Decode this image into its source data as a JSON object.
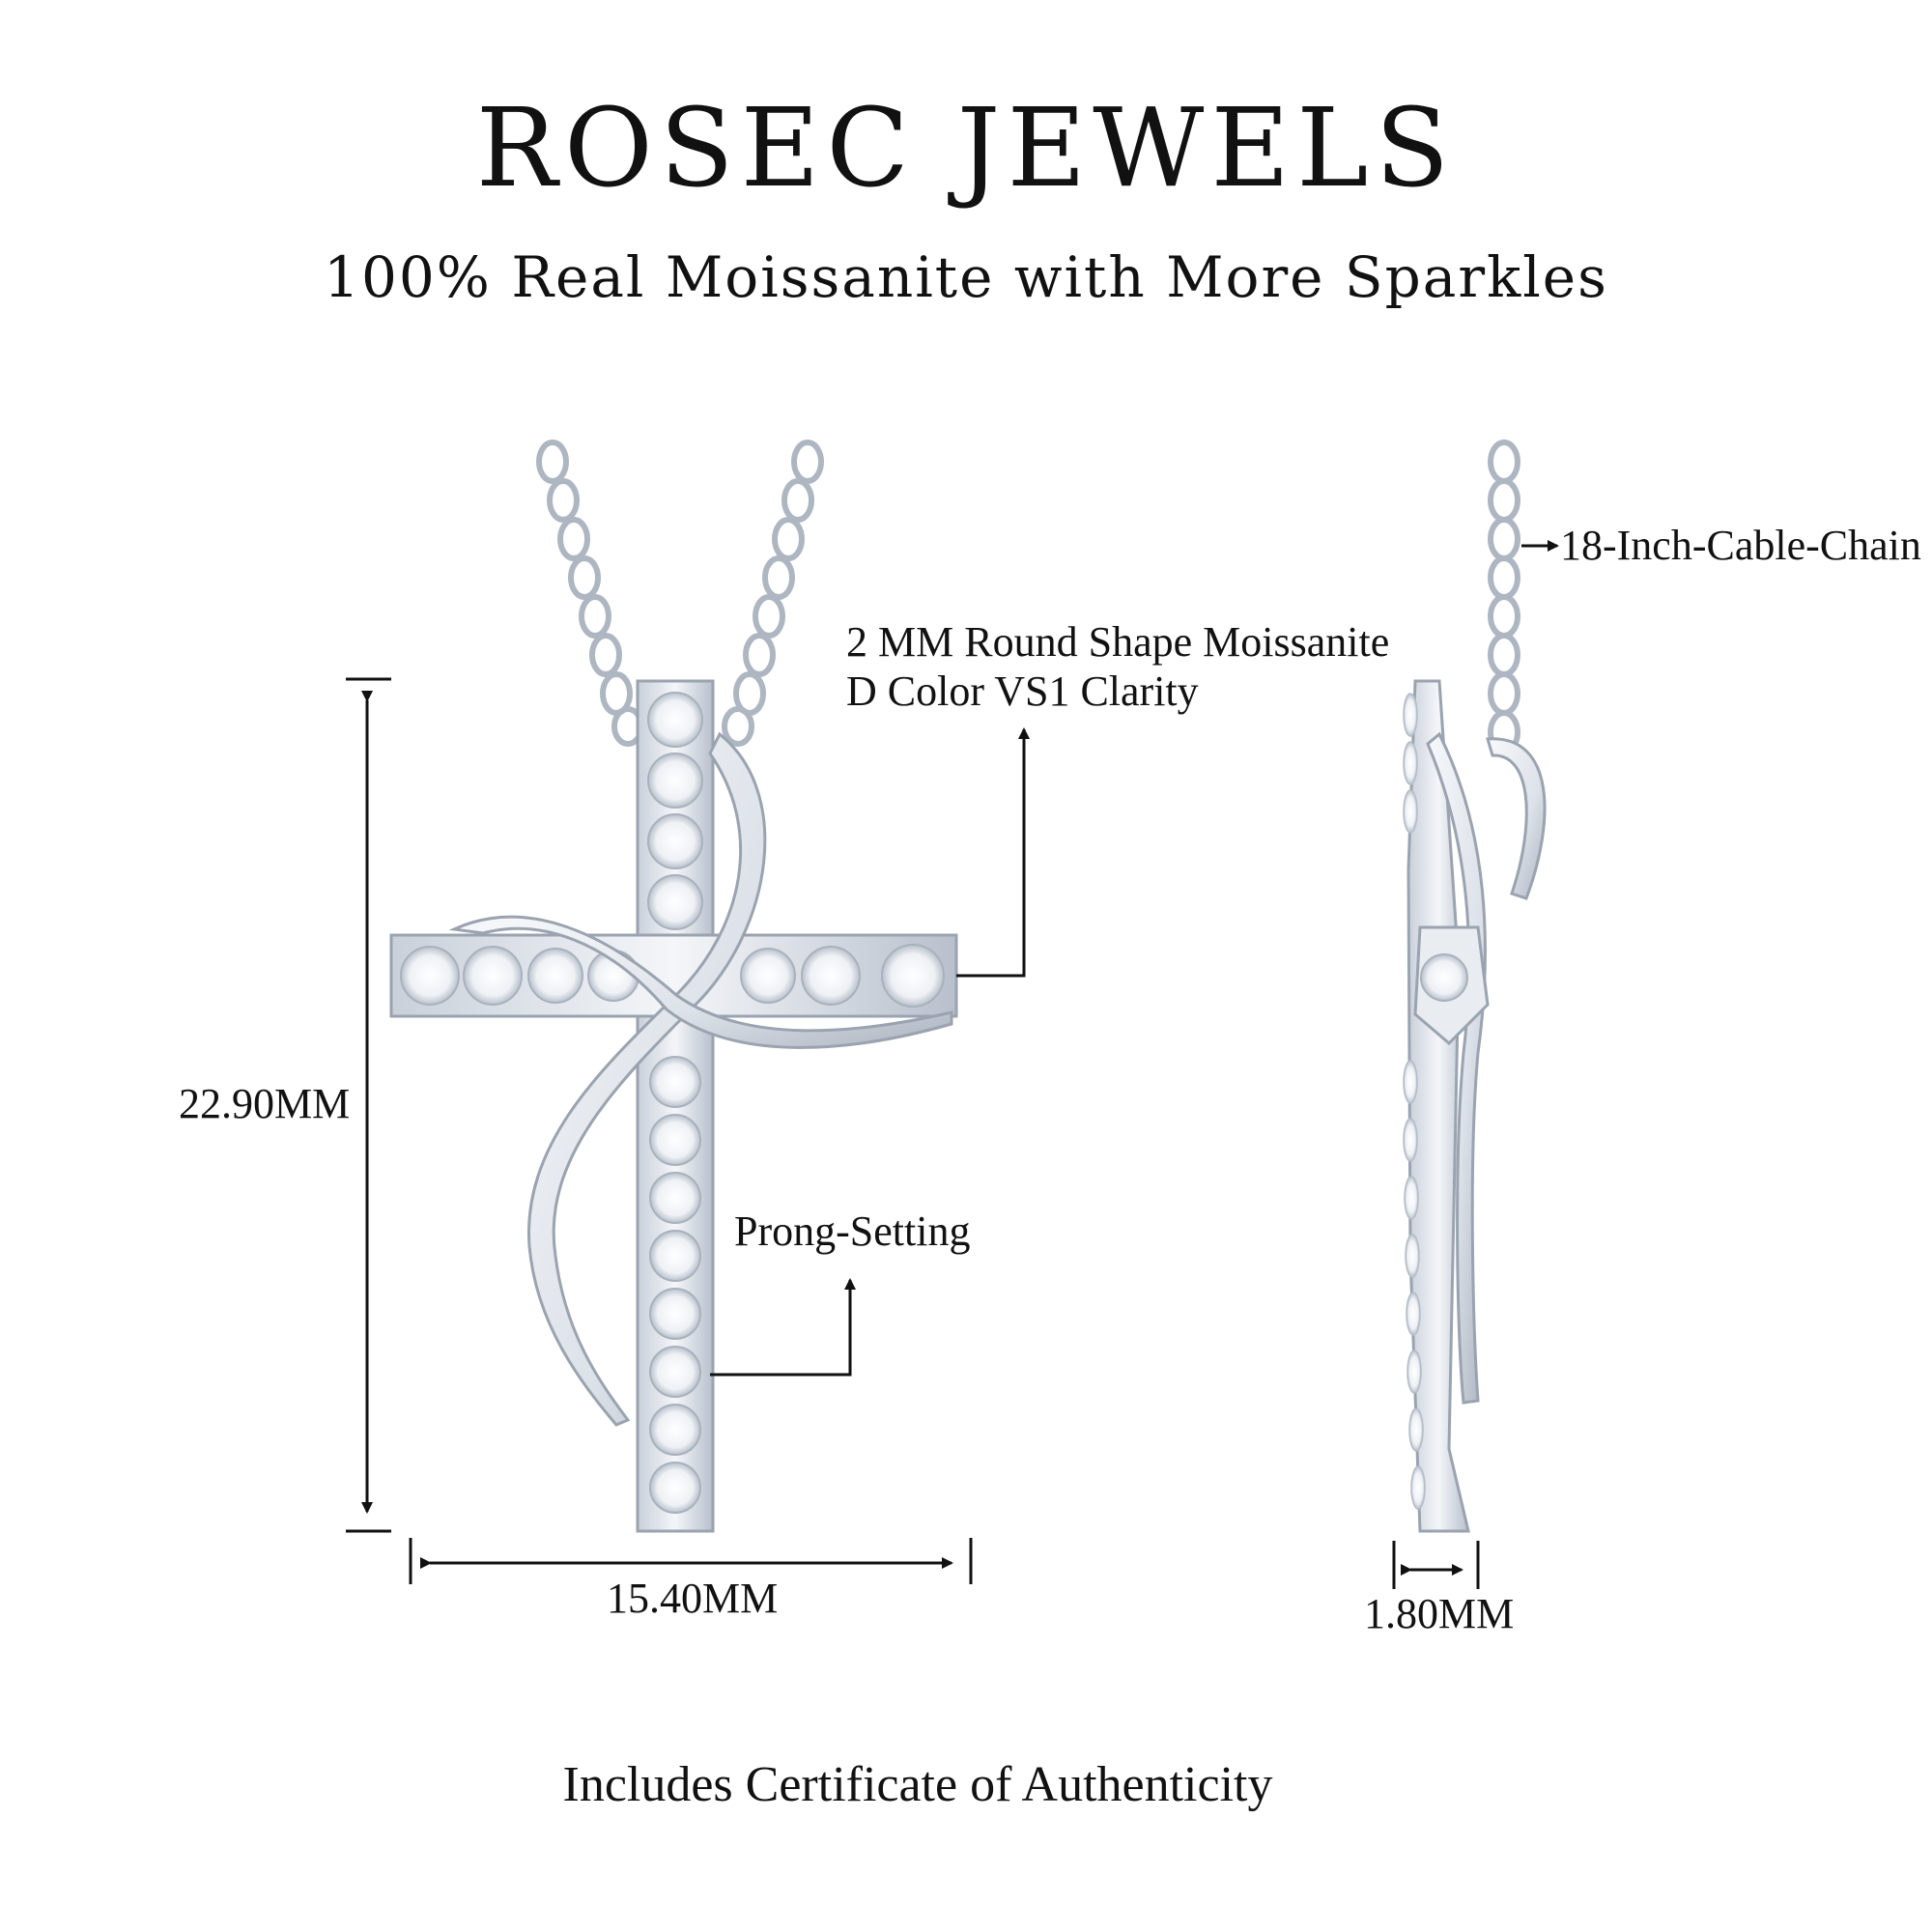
{
  "brand": "ROSEC JEWELS",
  "tagline": "100% Real Moissanite with More Sparkles",
  "annotations": {
    "stone_line1": "2 MM Round Shape Moissanite",
    "stone_line2": "D Color VS1 Clarity",
    "setting": "Prong-Setting",
    "chain": "18-Inch-Cable-Chain",
    "height": "22.90MM",
    "width": "15.40MM",
    "thickness": "1.80MM"
  },
  "footer": "Includes Certificate of Authenticity",
  "colors": {
    "metal": "#e6eaf0",
    "metal_shadow": "#aeb6c2",
    "stone": "#f7f8fb",
    "ink": "#111111"
  }
}
